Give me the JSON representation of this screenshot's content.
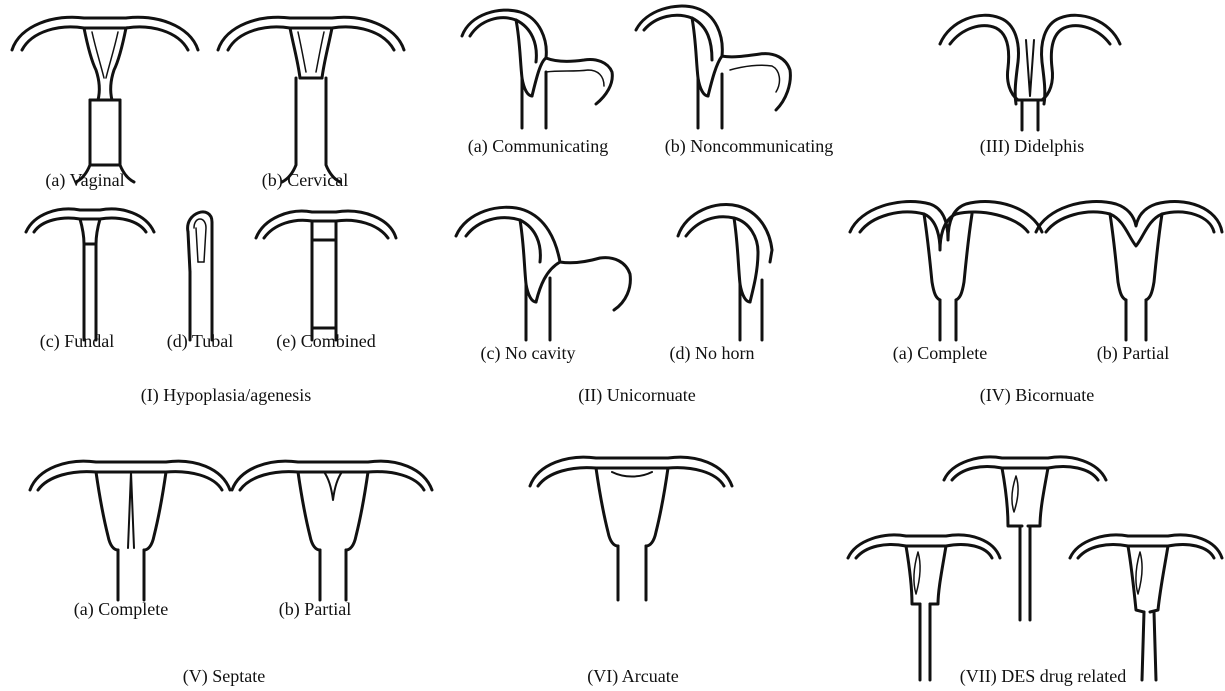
{
  "colors": {
    "ink": "#111111",
    "background": "#ffffff"
  },
  "groups": {
    "hypoplasia": {
      "title": "(I) Hypoplasia/agenesis",
      "items": [
        "(a) Vaginal",
        "(b) Cervical",
        "(c) Fundal",
        "(d) Tubal",
        "(e) Combined"
      ]
    },
    "unicornuate": {
      "title": "(II) Unicornuate",
      "items": [
        "(a) Communicating",
        "(b) Noncommunicating",
        "(c) No cavity",
        "(d) No horn"
      ]
    },
    "didelphis": {
      "title": "(III) Didelphis"
    },
    "bicornuate": {
      "title": "(IV) Bicornuate",
      "items": [
        "(a) Complete",
        "(b) Partial"
      ]
    },
    "septate": {
      "title": "(V) Septate",
      "items": [
        "(a) Complete",
        "(b) Partial"
      ]
    },
    "arcuate": {
      "title": "(VI) Arcuate"
    },
    "des": {
      "title": "(VII) DES drug related"
    }
  }
}
